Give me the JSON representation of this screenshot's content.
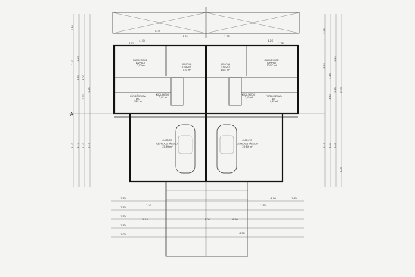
{
  "colors": {
    "paper": "#f4f4f2",
    "ink": "#111111",
    "grey": "#666666"
  },
  "axis_mark": "A",
  "rooms": {
    "top_left": [
      "GARDEROBE",
      "NAPPALI",
      "12,02 m²"
    ],
    "mid_left": [
      "KONYHA",
      "ÉTKEZŐ",
      "8,01 m²"
    ],
    "mid_right": [
      "KONYHA",
      "ÉTKEZŐ",
      "8,01 m²"
    ],
    "top_right": [
      "GARDEROBE",
      "NAPPALI",
      "12,02 m²"
    ],
    "small_left": [
      "FÜRDŐSZOBA",
      "WC",
      "3,81 m²"
    ],
    "small_left2": [
      "KÖZLEKEDŐ",
      "2,41 m²"
    ],
    "small_right2": [
      "KÖZLEKEDŐ",
      "2,41 m²"
    ],
    "small_right": [
      "FÜRDŐSZOBA",
      "WC",
      "3,81 m²"
    ],
    "garage_left": [
      "GARÁZS",
      "GÉPKOCSITÁROLÓ",
      "25,89 m²"
    ],
    "garage_right": [
      "GARÁZS",
      "GÉPKOCSITÁROLÓ",
      "25,89 m²"
    ]
  },
  "dims": {
    "top": [
      "8.59",
      "3.35",
      "3.35",
      "4.20",
      "4.20",
      "3.78",
      "3.78"
    ],
    "left": [
      "1.80",
      "2.50",
      "1.25",
      "2.50",
      "3.00",
      "1.10",
      "1.45",
      "5.40",
      "5.10",
      "5.40",
      "3.20"
    ],
    "right": [
      "1.60",
      "3.90",
      "5.45",
      "3.80",
      "1.25",
      "1.15",
      "5.10",
      "5.40",
      "6.40",
      "10.00",
      "2.00"
    ],
    "bottom": [
      "1.50",
      "1.50",
      "1.50",
      "1.50",
      "1.00",
      "3.50",
      "3.50",
      "6.50",
      "5.10",
      "3.00",
      "6.90",
      "4.90",
      "1.60"
    ]
  }
}
